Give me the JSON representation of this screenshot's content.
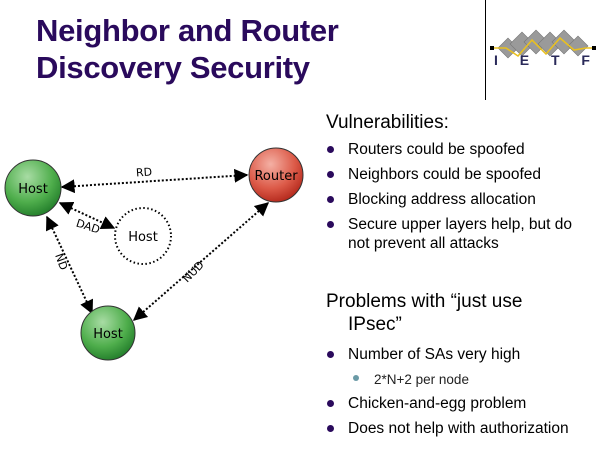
{
  "slide": {
    "title_lines": [
      "Neighbor and Router",
      "Discovery Security"
    ],
    "logo": {
      "letters": [
        "I",
        "E",
        "T",
        "F"
      ],
      "icon": "ietf-logo-icon"
    }
  },
  "diagram": {
    "nodes": [
      {
        "id": "host-1",
        "label": "Host",
        "style": "solid",
        "color": "#3aa040"
      },
      {
        "id": "router",
        "label": "Router",
        "style": "solid",
        "color": "#d8453a"
      },
      {
        "id": "host-new",
        "label": "Host",
        "style": "dotted",
        "color": "#ffffff"
      },
      {
        "id": "host-2",
        "label": "Host",
        "style": "solid",
        "color": "#3aa040"
      }
    ],
    "edges": [
      {
        "from": "host-1",
        "to": "router",
        "label": "RD"
      },
      {
        "from": "host-1",
        "to": "host-new",
        "label": "DAD"
      },
      {
        "from": "host-1",
        "to": "host-2",
        "label": "ND"
      },
      {
        "from": "host-2",
        "to": "router",
        "label": "NUD"
      }
    ]
  },
  "vulnerabilities": {
    "heading": "Vulnerabilities:",
    "items": [
      "Routers could be spoofed",
      "Neighbors could be spoofed",
      "Blocking address allocation",
      "Secure upper layers help, but do not prevent all attacks"
    ]
  },
  "problems": {
    "heading_line1": "Problems with “just use",
    "heading_line2": "IPsec”",
    "items": [
      {
        "text": "Number of SAs very high",
        "level": 1
      },
      {
        "text": "2*N+2 per node",
        "level": 2
      },
      {
        "text": "Chicken-and-egg problem",
        "level": 1
      },
      {
        "text": "Does not help with authorization",
        "level": 1
      }
    ]
  },
  "colors": {
    "title": "#2a0a5c",
    "bullet": "#2a0a5c",
    "sub_bullet": "#6a9aa6",
    "host_fill": "#3aa040",
    "router_fill": "#d8453a"
  }
}
